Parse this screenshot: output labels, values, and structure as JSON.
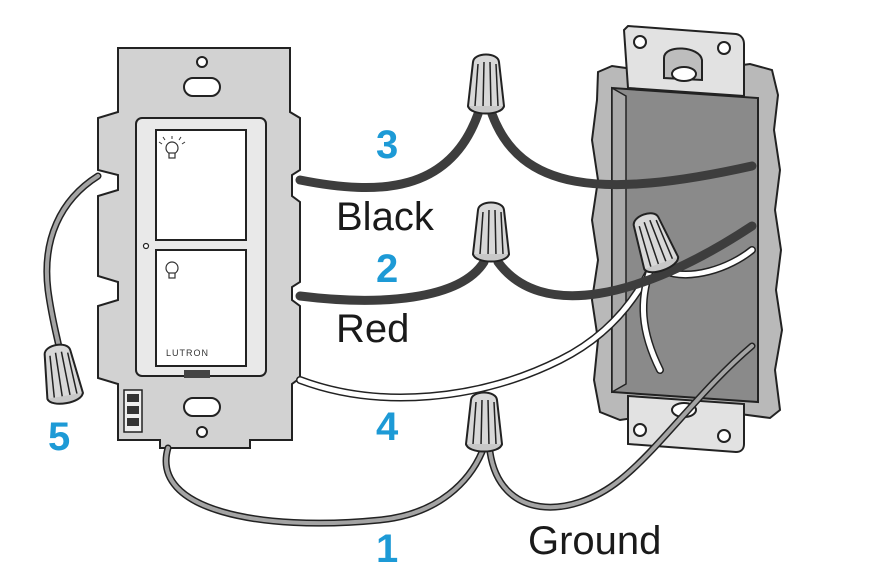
{
  "colors": {
    "number_blue": "#1d9ad6",
    "black_wire": "#3d3d3d",
    "red_wire": "#3d3d3d",
    "white_wire": "#ffffff",
    "ground_wire": "#9a9a9a",
    "plate_gray": "#d4d4d4",
    "box_gray": "#8c8c8c",
    "wall_gray": "#b0b0b0",
    "outline": "#222222"
  },
  "device": {
    "brand": "LUTRON",
    "top_icon": "light-bulb-on-icon",
    "bottom_icon": "light-bulb-off-icon"
  },
  "wires": {
    "black": {
      "number": "3",
      "label": "Black"
    },
    "red": {
      "number": "2",
      "label": "Red"
    },
    "neutral": {
      "number": "4"
    },
    "ground": {
      "number": "1",
      "label": "Ground"
    },
    "pigtail": {
      "number": "5"
    }
  },
  "connectors": {
    "icon": "wire-nut-icon"
  }
}
